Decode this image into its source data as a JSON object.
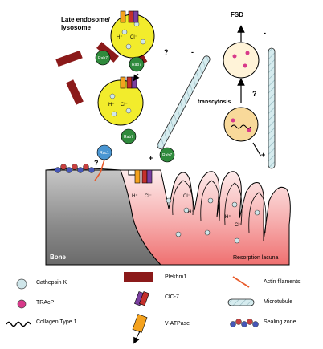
{
  "labels": {
    "late_endosome": "Late endosome/\nlysosome",
    "fsd": "FSD",
    "transcytosis": "transcytosis",
    "question_1": "?",
    "question_2": "?",
    "question_3": "?",
    "minus_1": "-",
    "minus_2": "-",
    "plus_1": "+",
    "plus_2": "+",
    "bone": "Bone",
    "resorption_lacuna": "Resorption lacuna"
  },
  "ions": {
    "h_plus": "H⁺",
    "cl_minus": "Cl⁻"
  },
  "proteins": {
    "rab7": "Rab7",
    "rac1": "Rac1"
  },
  "legend": {
    "cathepsin_k": "Cathepsin K",
    "tracp": "TRAcP",
    "collagen": "Collagen Type 1",
    "plekhm1": "Plekhm1",
    "clc7": "ClC-7",
    "vatpase": "V-ATPase",
    "actin": "Actin filaments",
    "microtubule": "Microtubule",
    "sealing_zone": "Sealing zone"
  },
  "colors": {
    "vesicle": "#f2ec2c",
    "rab7": "#2f8a3c",
    "rac1": "#4a96d2",
    "plekhm1": "#8b1a1a",
    "cathepsin": "#cfe6ea",
    "tracp": "#d8398a",
    "actin": "#e85a2a",
    "microtubule": "#c9e4e8",
    "vatpase": "#f4a21e",
    "clc7_purple": "#7a3fa0",
    "clc7_red": "#c4302b",
    "bone_gray": "#9a9a9a",
    "lacuna_pink": "#f08080",
    "sealing_blue": "#4657b8",
    "sealing_red": "#c84040"
  }
}
